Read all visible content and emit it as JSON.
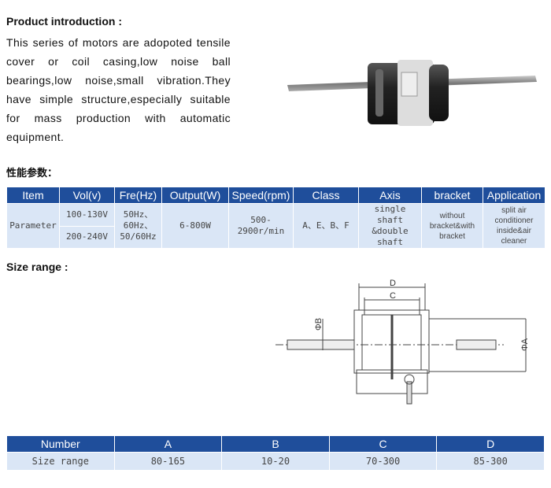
{
  "intro": {
    "title": "Product introduction :",
    "text": "This series of motors are adopoted tensile cover or coil casing,low noise ball bearings,low noise,small vibration.They have simple structure,especially suitable for mass production with automatic equipment."
  },
  "performance": {
    "title": "性能参数：",
    "headers": [
      "Item",
      "Vol(v)",
      "Fre(Hz)",
      "Output(W)",
      "Speed(rpm)",
      "Class",
      "Axis",
      "bracket",
      "Application"
    ],
    "row": {
      "item": "Parameter",
      "vol": [
        "100-130V",
        "200-240V"
      ],
      "fre": "50Hz、60Hz、50/60Hz",
      "output": "6-800W",
      "speed": "500-2900r/min",
      "class": "A、E、B、F",
      "axis": "single shaft &double shaft",
      "bracket": "without bracket&with bracket",
      "application": "split air conditioner inside&air cleaner"
    }
  },
  "size": {
    "title": "Size range :",
    "diagram_labels": {
      "d": "D",
      "c": "C",
      "b": "ΦB",
      "a": "ΦA"
    },
    "headers": [
      "Number",
      "A",
      "B",
      "C",
      "D"
    ],
    "row": [
      "Size range",
      "80-165",
      "10-20",
      "70-300",
      "85-300"
    ]
  },
  "colors": {
    "header": "#1f4e9b",
    "cell": "#dae6f6"
  }
}
